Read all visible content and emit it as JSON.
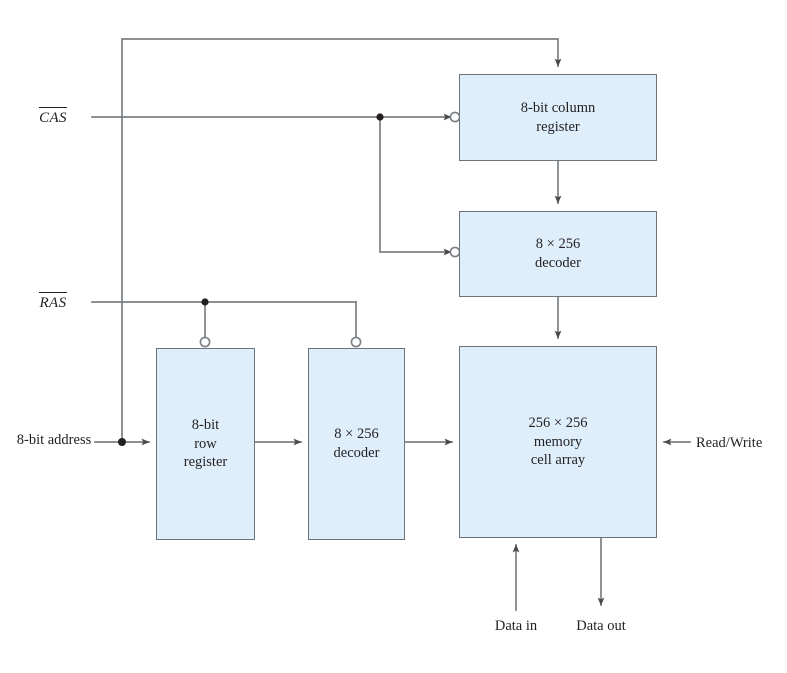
{
  "diagram": {
    "title": "DRAM memory organization block diagram",
    "fill_color": "#deeffb",
    "stroke_color": "#6d7378",
    "text_color": "#231f20",
    "blocks": [
      {
        "id": "column-register",
        "line1": "8-bit column",
        "line2": "register"
      },
      {
        "id": "column-decoder",
        "line1": "8 × 256",
        "line2": "decoder"
      },
      {
        "id": "row-register",
        "line1": "8-bit",
        "line2": "row",
        "line3": "register"
      },
      {
        "id": "row-decoder",
        "line1": "8 × 256",
        "line2": "decoder"
      },
      {
        "id": "memory-cell-array",
        "line1": "256 × 256",
        "line2": "memory",
        "line3": "cell array"
      }
    ],
    "signals": {
      "cas": "CAS",
      "ras": "RAS"
    },
    "labels": {
      "address_line1": "8-bit",
      "address_line2": "address",
      "read_write": "Read/Write",
      "data_in_line1": "Data",
      "data_in_line2": "in",
      "data_out_line1": "Data",
      "data_out_line2": "out"
    }
  }
}
